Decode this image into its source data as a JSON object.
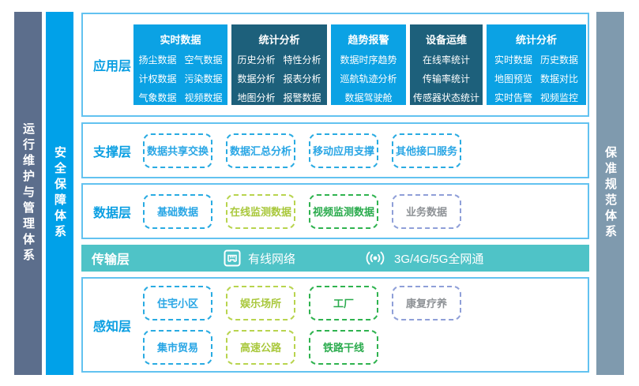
{
  "pillars": {
    "left_outer": "运行维护与管理体系",
    "left_inner": "安全保障体系",
    "right": "保准规范体系"
  },
  "app_layer": {
    "label": "应用层",
    "cards": [
      {
        "title": "实时数据",
        "theme": "light",
        "items": [
          "扬尘数据",
          "空气数据",
          "计权数据",
          "污染数据",
          "气象数据",
          "视频数据"
        ]
      },
      {
        "title": "统计分析",
        "theme": "dark",
        "items": [
          "历史分析",
          "特性分析",
          "数据分析",
          "报表分析",
          "地图分析",
          "报警数据"
        ]
      },
      {
        "title": "趋势报警",
        "theme": "light",
        "items": [
          "数据时序趋势",
          "巡航轨迹分析",
          "数据驾驶舱"
        ]
      },
      {
        "title": "设备运维",
        "theme": "dark",
        "items": [
          "在线率统计",
          "传输率统计",
          "传感器状态统计"
        ]
      },
      {
        "title": "统计分析",
        "theme": "light",
        "items": [
          "实时数据",
          "历史数据",
          "地图预览",
          "数据对比",
          "实时告警",
          "视频监控"
        ]
      }
    ]
  },
  "support_layer": {
    "label": "支撑层",
    "items": [
      "数据共享交换",
      "数据汇总分析",
      "移动应用支撑",
      "其他接口服务"
    ]
  },
  "data_layer": {
    "label": "数据层",
    "items": [
      {
        "text": "基础数据",
        "color": "blue"
      },
      {
        "text": "在线监测数据",
        "color": "lime"
      },
      {
        "text": "视频监测数据",
        "color": "green"
      },
      {
        "text": "业务数据",
        "color": "periwinkle"
      }
    ]
  },
  "transport_layer": {
    "label": "传输层",
    "wired_icon": "ethernet-port-icon",
    "wired": "有线网络",
    "wireless_icon": "wireless-signal-icon",
    "wireless": "3G/4G/5G全网通"
  },
  "perception_layer": {
    "label": "感知层",
    "row1": [
      {
        "text": "住宅小区",
        "color": "blue"
      },
      {
        "text": "娱乐场所",
        "color": "lime"
      },
      {
        "text": "工厂",
        "color": "green"
      },
      {
        "text": "康复疗养",
        "color": "periwinkle"
      }
    ],
    "row2": [
      {
        "text": "集市贸易",
        "color": "blue"
      },
      {
        "text": "高速公路",
        "color": "lime"
      },
      {
        "text": "铁路干线",
        "color": "green"
      }
    ]
  },
  "colors": {
    "card_light_blue": "#0ba2e4",
    "card_dark_teal": "#1d607b",
    "transport_teal": "#4fc3c7",
    "pillar_slate": "#5c6e8c",
    "pillar_bright_blue": "#00a1e9",
    "pillar_steel": "#7f9aae",
    "accent_blue": "#29abe2",
    "accent_lime": "#b8d44e",
    "accent_green": "#2fb34f",
    "accent_periwinkle": "#8f9fd8",
    "muted_text": "#8e9296",
    "box_border": "#62c2f0"
  }
}
